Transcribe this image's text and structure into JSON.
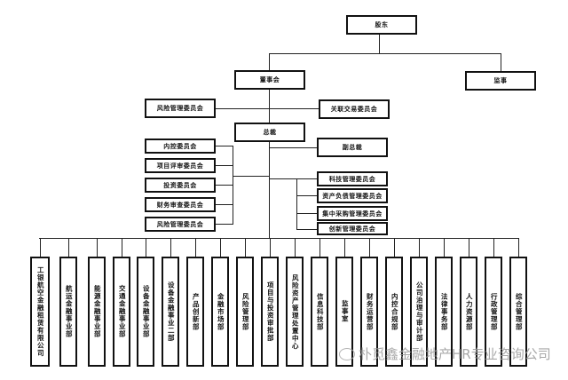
{
  "title": "组织架构图",
  "top": {
    "shareholders": "股东",
    "board": "董事会",
    "supervisor": "监事"
  },
  "board_committees": {
    "left": "风险管理委员会",
    "right": "关联交易委员会"
  },
  "president": "总裁",
  "vice_president": "副总裁",
  "left_committees": [
    "内控委员会",
    "项目评审委员会",
    "投资委员会",
    "财务审查委员会",
    "风险管理委员会"
  ],
  "right_committees": [
    "科技管理委员会",
    "资产负债管理委员会",
    "集中采购管理委员会",
    "创新管理委员会"
  ],
  "departments": [
    "工银航空金融租赁有限公司",
    "航运金融事业部",
    "能源金融事业部",
    "交通金融事业部",
    "设备金融事业部",
    "设备金融事业二部",
    "产品创新部",
    "金融市场部",
    "风险管理部",
    "项目与投资审批部",
    "风险资产管理处置中心",
    "信息科技部",
    "监事室",
    "财务运营部",
    "内控合规部",
    "公司治理与审计部",
    "法律事务部",
    "人力资源部",
    "行政管理部",
    "综合管理部"
  ],
  "watermark": "朴觅鑫金融地产HR专业咨询公司"
}
